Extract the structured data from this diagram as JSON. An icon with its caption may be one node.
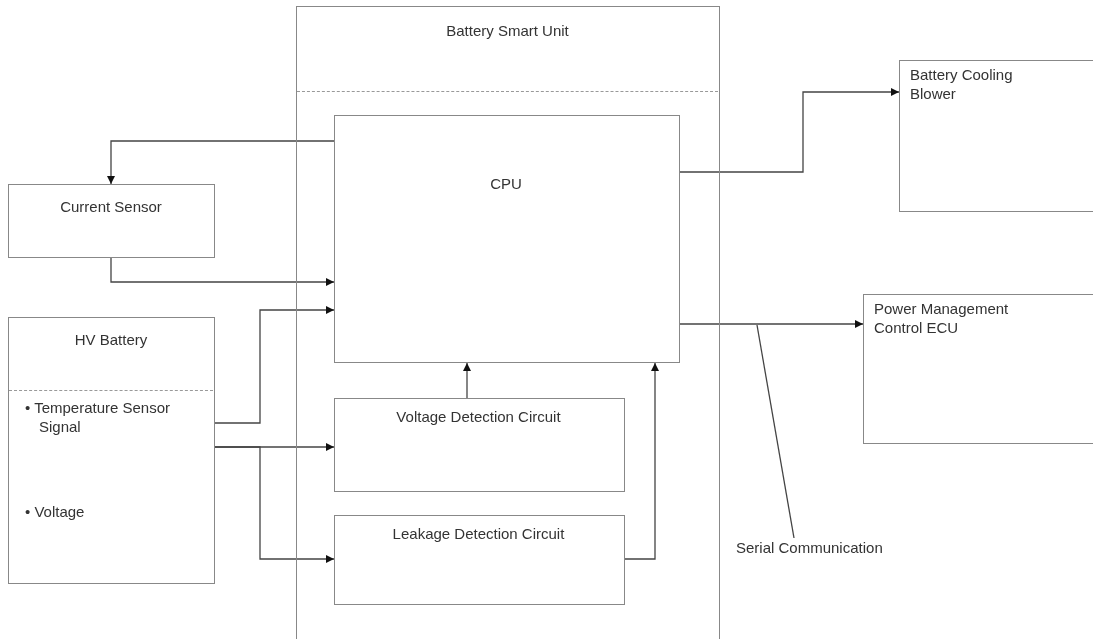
{
  "diagram": {
    "nodes": [
      {
        "text": [
          "Battery Smart Unit"
        ]
      },
      {
        "text": [
          "CPU"
        ],
        "in": 0
      },
      {
        "text": [
          "Voltage Detection Circuit"
        ],
        "in": 0
      },
      {
        "text": [
          "Leakage Detection Circuit"
        ],
        "in": 0
      },
      {
        "text": [
          "Current Sensor"
        ]
      },
      {
        "text": [
          "HV Battery",
          "• Temperature Sensor Signal",
          "• Voltage"
        ]
      },
      {
        "text": [
          "Battery Cooling Blower"
        ]
      },
      {
        "text": [
          "Power Management Control ECU"
        ]
      },
      {
        "text": [
          "Serial Communication"
        ]
      }
    ],
    "edges": [
      {
        "from": 1,
        "to": 4,
        "arrow": "to"
      },
      {
        "from": 4,
        "to": 1,
        "arrow": "to"
      },
      {
        "from": 5,
        "to": 1,
        "arrow": "to"
      },
      {
        "from": 5,
        "to": 2,
        "arrow": "to"
      },
      {
        "from": 5,
        "to": 3,
        "arrow": "to"
      },
      {
        "from": 2,
        "to": 1,
        "arrow": "to"
      },
      {
        "from": 3,
        "to": 1,
        "arrow": "to"
      },
      {
        "from": 1,
        "to": 6,
        "arrow": "to"
      },
      {
        "from": 1,
        "to": 7,
        "arrow": "to"
      },
      {
        "from": 8,
        "to": null,
        "arrow": "none"
      }
    ]
  }
}
